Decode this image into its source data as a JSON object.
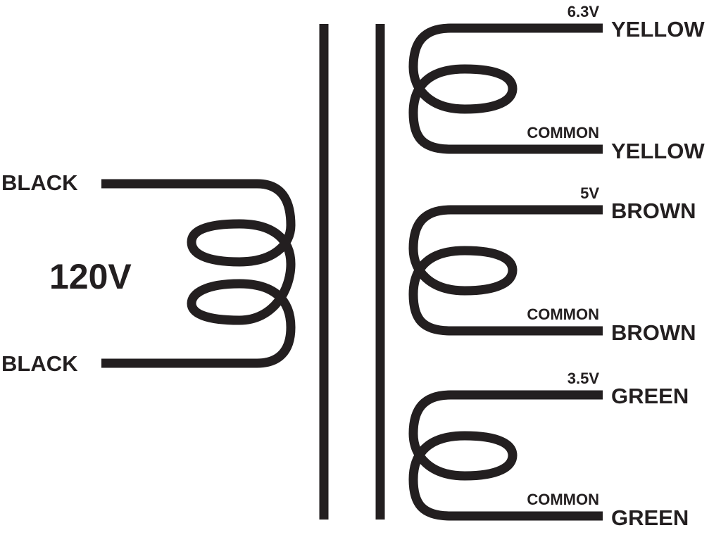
{
  "primary": {
    "voltage": "120V",
    "lead_top": "BLACK",
    "lead_bottom": "BLACK"
  },
  "secondaries": [
    {
      "voltage": "6.3V",
      "common": "COMMON",
      "lead_top": "YELLOW",
      "lead_bottom": "YELLOW"
    },
    {
      "voltage": "5V",
      "common": "COMMON",
      "lead_top": "BROWN",
      "lead_bottom": "BROWN"
    },
    {
      "voltage": "3.5V",
      "common": "COMMON",
      "lead_top": "GREEN",
      "lead_bottom": "GREEN"
    }
  ],
  "colors": {
    "ink": "#231f20",
    "background": "#ffffff"
  }
}
